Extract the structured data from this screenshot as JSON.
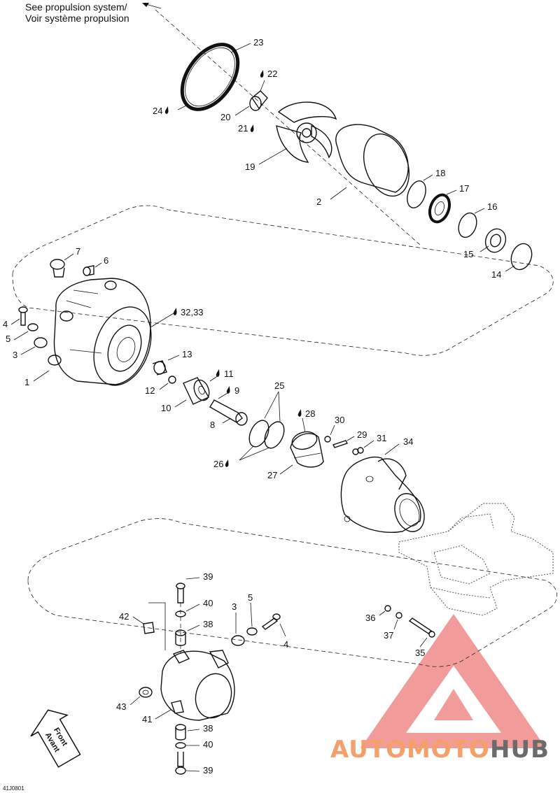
{
  "header": {
    "line1": "See propulsion system/",
    "line2": "Voir système propulsion"
  },
  "footer": {
    "figure_code": "41J0801"
  },
  "front_badge": {
    "line1": "Front",
    "line2": "Avant"
  },
  "watermark": {
    "part1": "AUTOMOTO",
    "part2": "HUB",
    "color1": "#f4a06a",
    "color2": "#6b6b6b",
    "triangle_color": "#f08a8a"
  },
  "callouts": {
    "c1": "1",
    "c2": "2",
    "c3": "3",
    "c4": "4",
    "c5": "5",
    "c6": "6",
    "c7": "7",
    "c8": "8",
    "c9": "9",
    "c10": "10",
    "c11": "11",
    "c12": "12",
    "c13": "13",
    "c14": "14",
    "c15": "15",
    "c16": "16",
    "c17": "17",
    "c18": "18",
    "c19": "19",
    "c20": "20",
    "c21": "21",
    "c22": "22",
    "c23": "23",
    "c24": "24",
    "c25": "25",
    "c26": "26",
    "c27": "27",
    "c28": "28",
    "c29": "29",
    "c30": "30",
    "c31": "31",
    "c32_33": "32,33",
    "c34": "34",
    "c35": "35",
    "c36": "36",
    "c37": "37",
    "c38a": "38",
    "c38b": "38",
    "c39a": "39",
    "c39b": "39",
    "c40a": "40",
    "c40b": "40",
    "c41": "41",
    "c42": "42",
    "c43": "43",
    "c3b": "3",
    "c4b": "4",
    "c5b": "5"
  }
}
